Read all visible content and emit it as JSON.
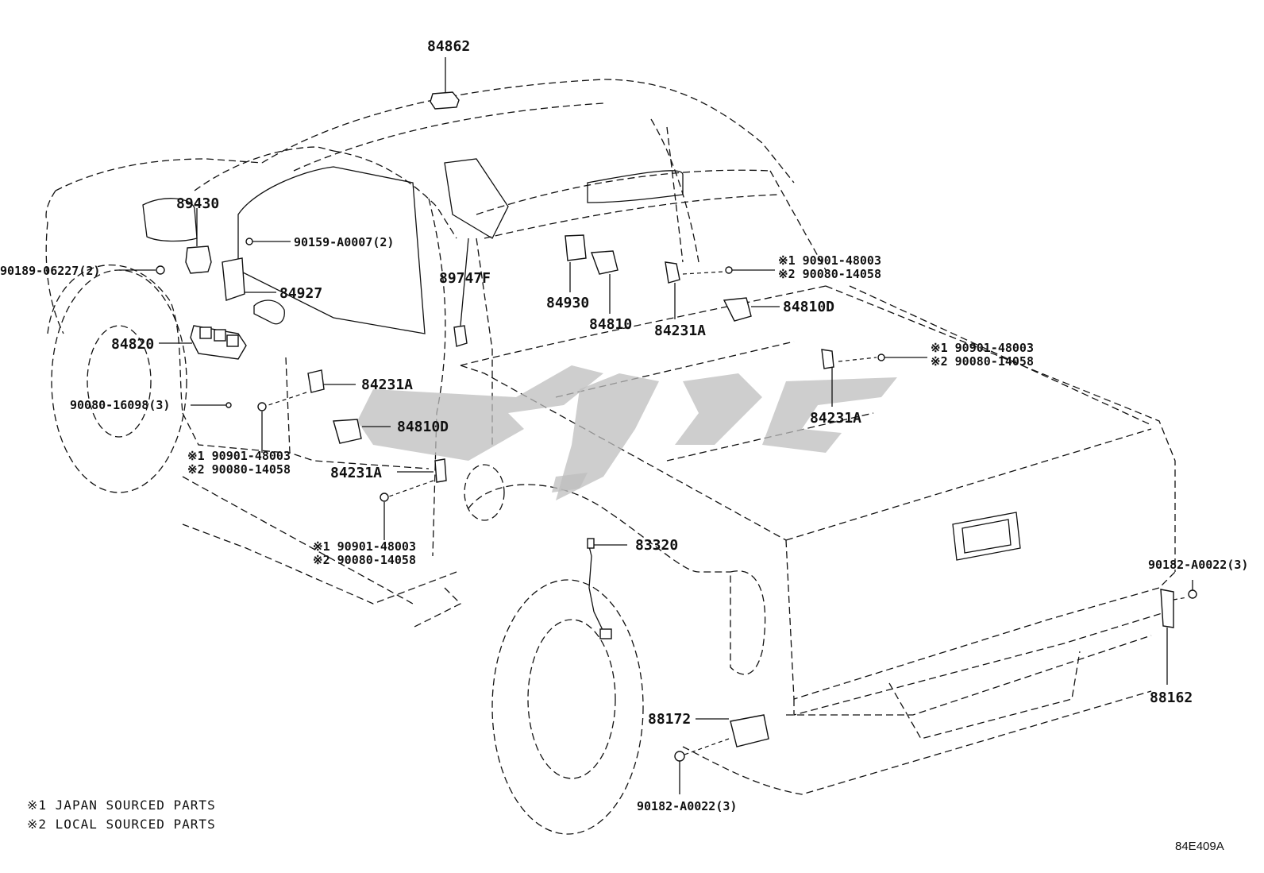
{
  "parts": {
    "p84862": "84862",
    "p89430": "89430",
    "p90159": "90159-A0007(2)",
    "p90189": "90189-06227(2)",
    "p84927": "84927",
    "p84820": "84820",
    "p90080_16098": "90080-16098(3)",
    "p89747F": "89747F",
    "p84930": "84930",
    "p84810": "84810",
    "p84231A_top": "84231A",
    "p84810D_right": "84810D",
    "p84231A_mid": "84231A",
    "p84810D_left": "84810D",
    "p84231A_lower": "84231A",
    "p84231A_right": "84231A",
    "p83320": "83320",
    "p88172": "88172",
    "p90182_bottom": "90182-A0022(3)",
    "p90182_right": "90182-A0022(3)",
    "p88162": "88162"
  },
  "alt_parts": {
    "top_right": {
      "line1": "※1 90901-48003",
      "line2": "※2 90080-14058"
    },
    "mid_right": {
      "line1": "※1 90901-48003",
      "line2": "※2 90080-14058"
    },
    "left": {
      "line1": "※1 90901-48003",
      "line2": "※2 90080-14058"
    },
    "lower": {
      "line1": "※1 90901-48003",
      "line2": "※2 90080-14058"
    }
  },
  "footnotes": {
    "note1": "※1 JAPAN SOURCED PARTS",
    "note2": "※2 LOCAL SOURCED PARTS"
  },
  "diagram_code": "84E409A",
  "colors": {
    "ink": "#111111",
    "watermark": "#bdbdbd",
    "background": "#ffffff"
  }
}
